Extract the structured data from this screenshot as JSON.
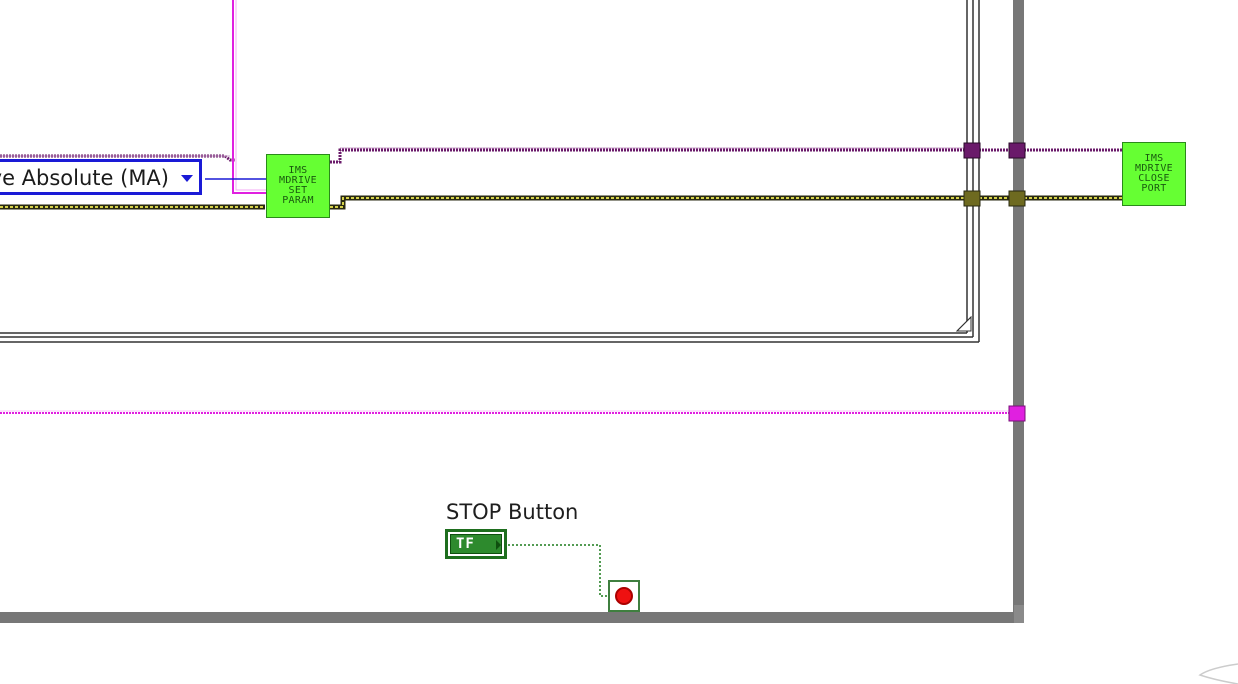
{
  "diagram": {
    "ring_constant": {
      "text": "ve Absolute (MA)"
    },
    "subvi_set_param": {
      "lines": [
        "IMS",
        "MDRIVE",
        "SET",
        "PARAM"
      ]
    },
    "subvi_close_port": {
      "lines": [
        "IMS",
        "MDRIVE",
        "CLOSE",
        "PORT"
      ]
    },
    "stop_control": {
      "label": "STOP Button",
      "terminal_text": "TF"
    }
  },
  "colors": {
    "case_border": "#000000",
    "loop_border": "#777777",
    "cluster_wire": "#6a1a6a",
    "error_wire": "#7a7a1a",
    "string_wire": "#e020e0",
    "enum_wire": "#1a1ad6",
    "subvi_fill": "#66ff33",
    "bool_wire": "#1a7a1a"
  }
}
